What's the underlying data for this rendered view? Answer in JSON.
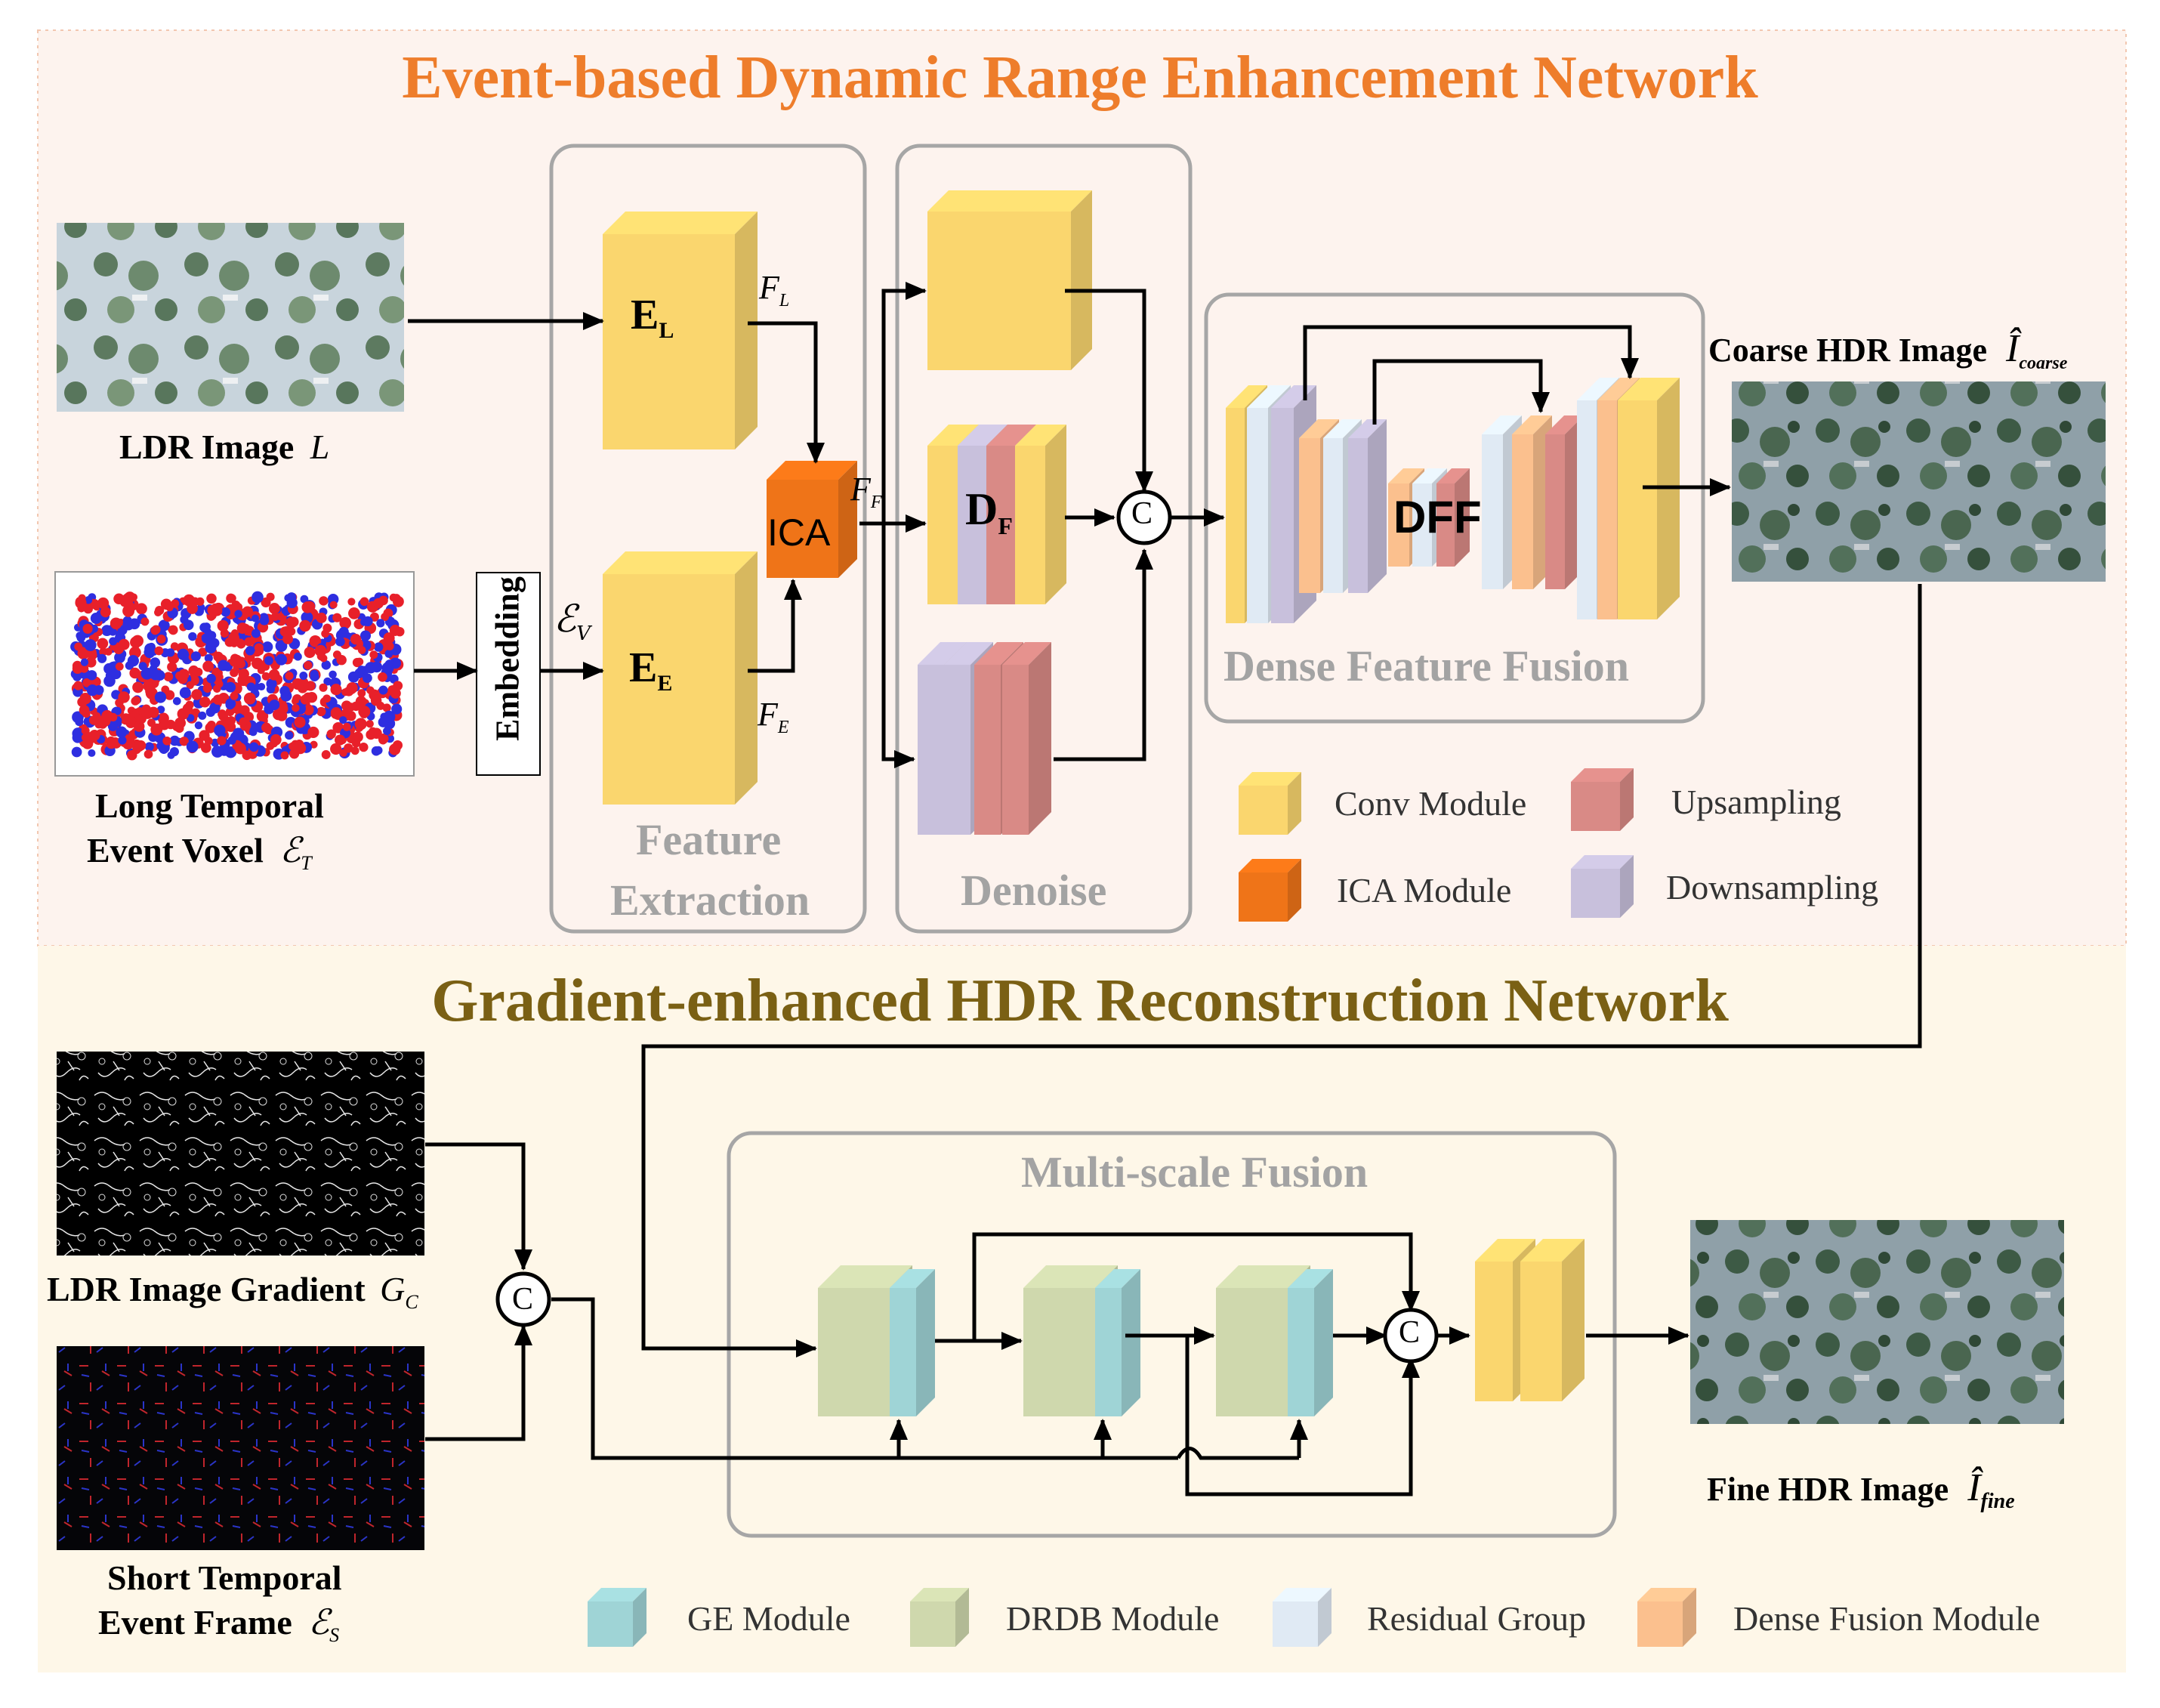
{
  "titles": {
    "top": "Event-based Dynamic Range Enhancement Network",
    "bottom": "Gradient-enhanced HDR Reconstruction Network"
  },
  "inputs": {
    "ldr_image": "LDR Image",
    "ldr_image_symbol": "L",
    "event_voxel_line1": "Long Temporal",
    "event_voxel_line2": "Event Voxel",
    "event_voxel_symbol": "ℰ",
    "event_voxel_sub": "T",
    "ldr_gradient": "LDR Image Gradient",
    "ldr_gradient_symbol": "G",
    "ldr_gradient_sub": "C",
    "event_frame_line1": "Short Temporal",
    "event_frame_line2": "Event Frame",
    "event_frame_symbol": "ℰ",
    "event_frame_sub": "S"
  },
  "blocks": {
    "embedding": "Embedding",
    "ev_symbol": "ℰ",
    "ev_sub": "V",
    "encoder_l": "E",
    "encoder_l_sub": "L",
    "encoder_e": "E",
    "encoder_e_sub": "E",
    "feature_l": "F",
    "feature_l_sub": "L",
    "feature_e": "F",
    "feature_e_sub": "E",
    "feature_f": "F",
    "feature_f_sub": "F",
    "ica": "ICA",
    "denoise_f": "D",
    "denoise_f_sub": "F",
    "concat": "C",
    "dff": "DFF"
  },
  "groups": {
    "feature_extraction_line1": "Feature",
    "feature_extraction_line2": "Extraction",
    "denoise": "Denoise",
    "dense_feature_fusion": "Dense Feature Fusion",
    "multi_scale_fusion": "Multi-scale Fusion"
  },
  "outputs": {
    "coarse": "Coarse HDR Image",
    "coarse_symbol": "Î",
    "coarse_sub": "coarse",
    "fine": "Fine HDR Image",
    "fine_symbol": "Î",
    "fine_sub": "fine"
  },
  "legend_top": [
    {
      "label": "Conv Module",
      "color": "#fad66e"
    },
    {
      "label": "Upsampling",
      "color": "#d98a86"
    },
    {
      "label": "ICA Module",
      "color": "#ef7418"
    },
    {
      "label": "Downsampling",
      "color": "#c8c0dc"
    }
  ],
  "legend_bottom": [
    {
      "label": "GE Module",
      "color": "#9fd4d6"
    },
    {
      "label": "DRDB Module",
      "color": "#cfd8ad"
    },
    {
      "label": "Residual Group",
      "color": "#e0eaf4"
    },
    {
      "label": "Dense Fusion Module",
      "color": "#fbc08e"
    }
  ],
  "colors": {
    "top_bg": "#fdf3ee",
    "bottom_bg": "#fef7e8",
    "title_top": "#ee7d2b",
    "title_bottom": "#7a6014",
    "conv": "#fad66e",
    "ica": "#ef7418",
    "up": "#d98a86",
    "down": "#c8c0dc",
    "ge": "#9fd4d6",
    "drdb": "#cfd8ad",
    "residual": "#e0eaf4",
    "dense_fusion": "#fbc08e"
  }
}
